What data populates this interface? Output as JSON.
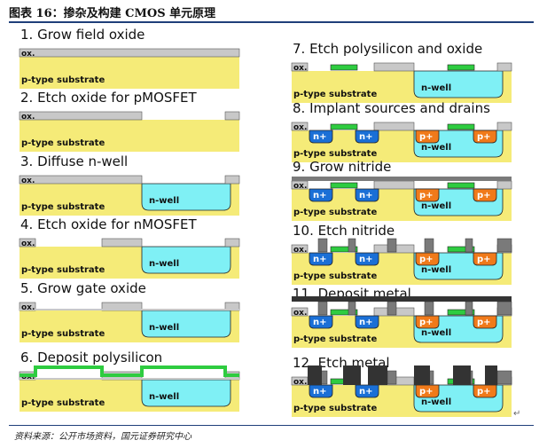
{
  "figure": {
    "title": "图表 16：掺杂及构建 CMOS 单元原理",
    "source": "资料来源：公开市场资料，国元证券研究中心",
    "corner_mark": "↵"
  },
  "labels": {
    "ox": "ox.",
    "substrate": "p-type substrate",
    "nwell": "n-well",
    "n_plus": "n+",
    "p_plus": "p+"
  },
  "steps": [
    {
      "title": "1. Grow field oxide"
    },
    {
      "title": "2. Etch oxide for pMOSFET"
    },
    {
      "title": "3. Diffuse n-well"
    },
    {
      "title": "4. Etch oxide for nMOSFET"
    },
    {
      "title": "5. Grow gate oxide"
    },
    {
      "title": "6. Deposit polysilicon"
    },
    {
      "title": "7. Etch polysilicon and oxide"
    },
    {
      "title": "8. Implant sources and drains"
    },
    {
      "title": "9. Grow nitride"
    },
    {
      "title": "10. Etch nitride"
    },
    {
      "title": "11. Deposit metal"
    },
    {
      "title": "12. Etch metal"
    }
  ],
  "colors": {
    "substrate": "#f5eb78",
    "nwell": "#7ff0f5",
    "oxide": "#c8c8c8",
    "poly": "#2ecc40",
    "n_plus": "#1a6fd6",
    "p_plus": "#f07a1a",
    "nitride": "#7a7a7a",
    "metal": "#333333",
    "rule": "#1f3f7a"
  }
}
